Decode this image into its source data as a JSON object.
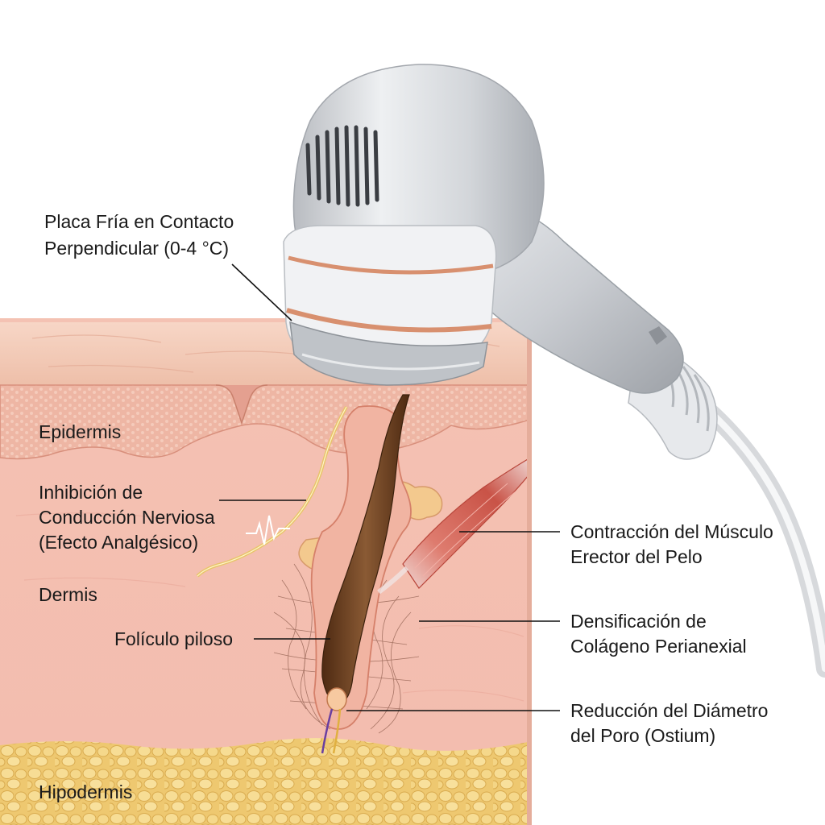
{
  "labels": {
    "cold_plate": [
      "Placa Fría en Contacto",
      "Perpendicular (0-4 °C)"
    ],
    "epidermis": "Epidermis",
    "nerve": [
      "Inhibición de",
      "Conducción Nerviosa",
      "(Efecto Analgésico)"
    ],
    "dermis": "Dermis",
    "follicle": "Folículo piloso",
    "hypodermis": "Hipodermis",
    "muscle": [
      "Contracción del Músculo",
      "Erector del Pelo"
    ],
    "collagen": [
      "Densificación de",
      "Colágeno Perianexial"
    ],
    "pore": [
      "Reducción del Diámetro",
      "del Poro (Ostium)"
    ]
  },
  "colors": {
    "skin_surface": "#f3cbb8",
    "epidermis": "#eeb4a6",
    "dermis": "#f6c9bb",
    "hypodermis": "#f2d27f",
    "follicle": "#6b3f1f",
    "muscle": "#d9655a",
    "device": "#cfd2d6",
    "copper_ring": "#d8906f"
  }
}
